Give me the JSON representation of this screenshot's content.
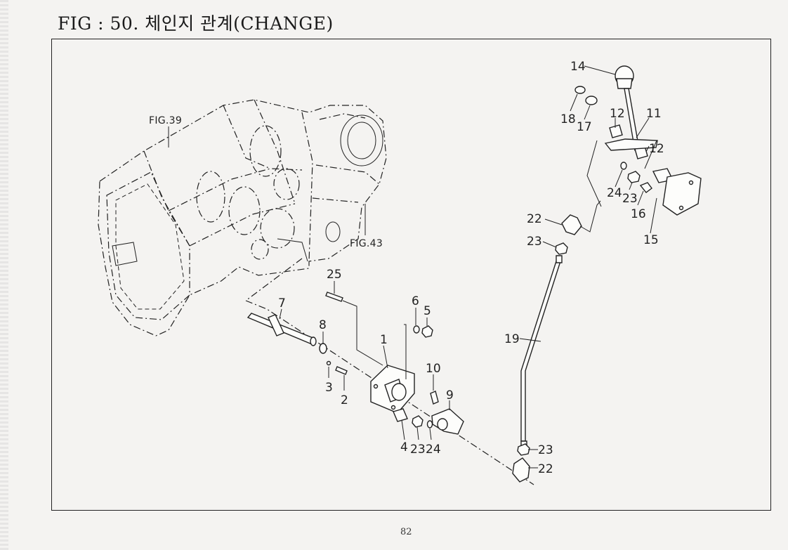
{
  "page": {
    "title": "FIG : 50. 체인지 관계(CHANGE)",
    "page_number": "82"
  },
  "figure_refs": [
    {
      "id": "fig39",
      "label": "FIG.39"
    },
    {
      "id": "fig43",
      "label": "FIG.43"
    }
  ],
  "callouts": [
    {
      "id": "c14",
      "label": "14"
    },
    {
      "id": "c18",
      "label": "18"
    },
    {
      "id": "c17",
      "label": "17"
    },
    {
      "id": "c12a",
      "label": "12"
    },
    {
      "id": "c11",
      "label": "11"
    },
    {
      "id": "c12b",
      "label": "12"
    },
    {
      "id": "c24a",
      "label": "24"
    },
    {
      "id": "c23a",
      "label": "23"
    },
    {
      "id": "c16",
      "label": "16"
    },
    {
      "id": "c15",
      "label": "15"
    },
    {
      "id": "c22a",
      "label": "22"
    },
    {
      "id": "c23b",
      "label": "23"
    },
    {
      "id": "c25",
      "label": "25"
    },
    {
      "id": "c7",
      "label": "7"
    },
    {
      "id": "c8",
      "label": "8"
    },
    {
      "id": "c6",
      "label": "6"
    },
    {
      "id": "c5",
      "label": "5"
    },
    {
      "id": "c1",
      "label": "1"
    },
    {
      "id": "c10",
      "label": "10"
    },
    {
      "id": "c9",
      "label": "9"
    },
    {
      "id": "c3",
      "label": "3"
    },
    {
      "id": "c2",
      "label": "2"
    },
    {
      "id": "c4",
      "label": "4"
    },
    {
      "id": "c23c",
      "label": "23"
    },
    {
      "id": "c24b",
      "label": "24"
    },
    {
      "id": "c19",
      "label": "19"
    },
    {
      "id": "c23d",
      "label": "23"
    },
    {
      "id": "c22b",
      "label": "22"
    }
  ]
}
